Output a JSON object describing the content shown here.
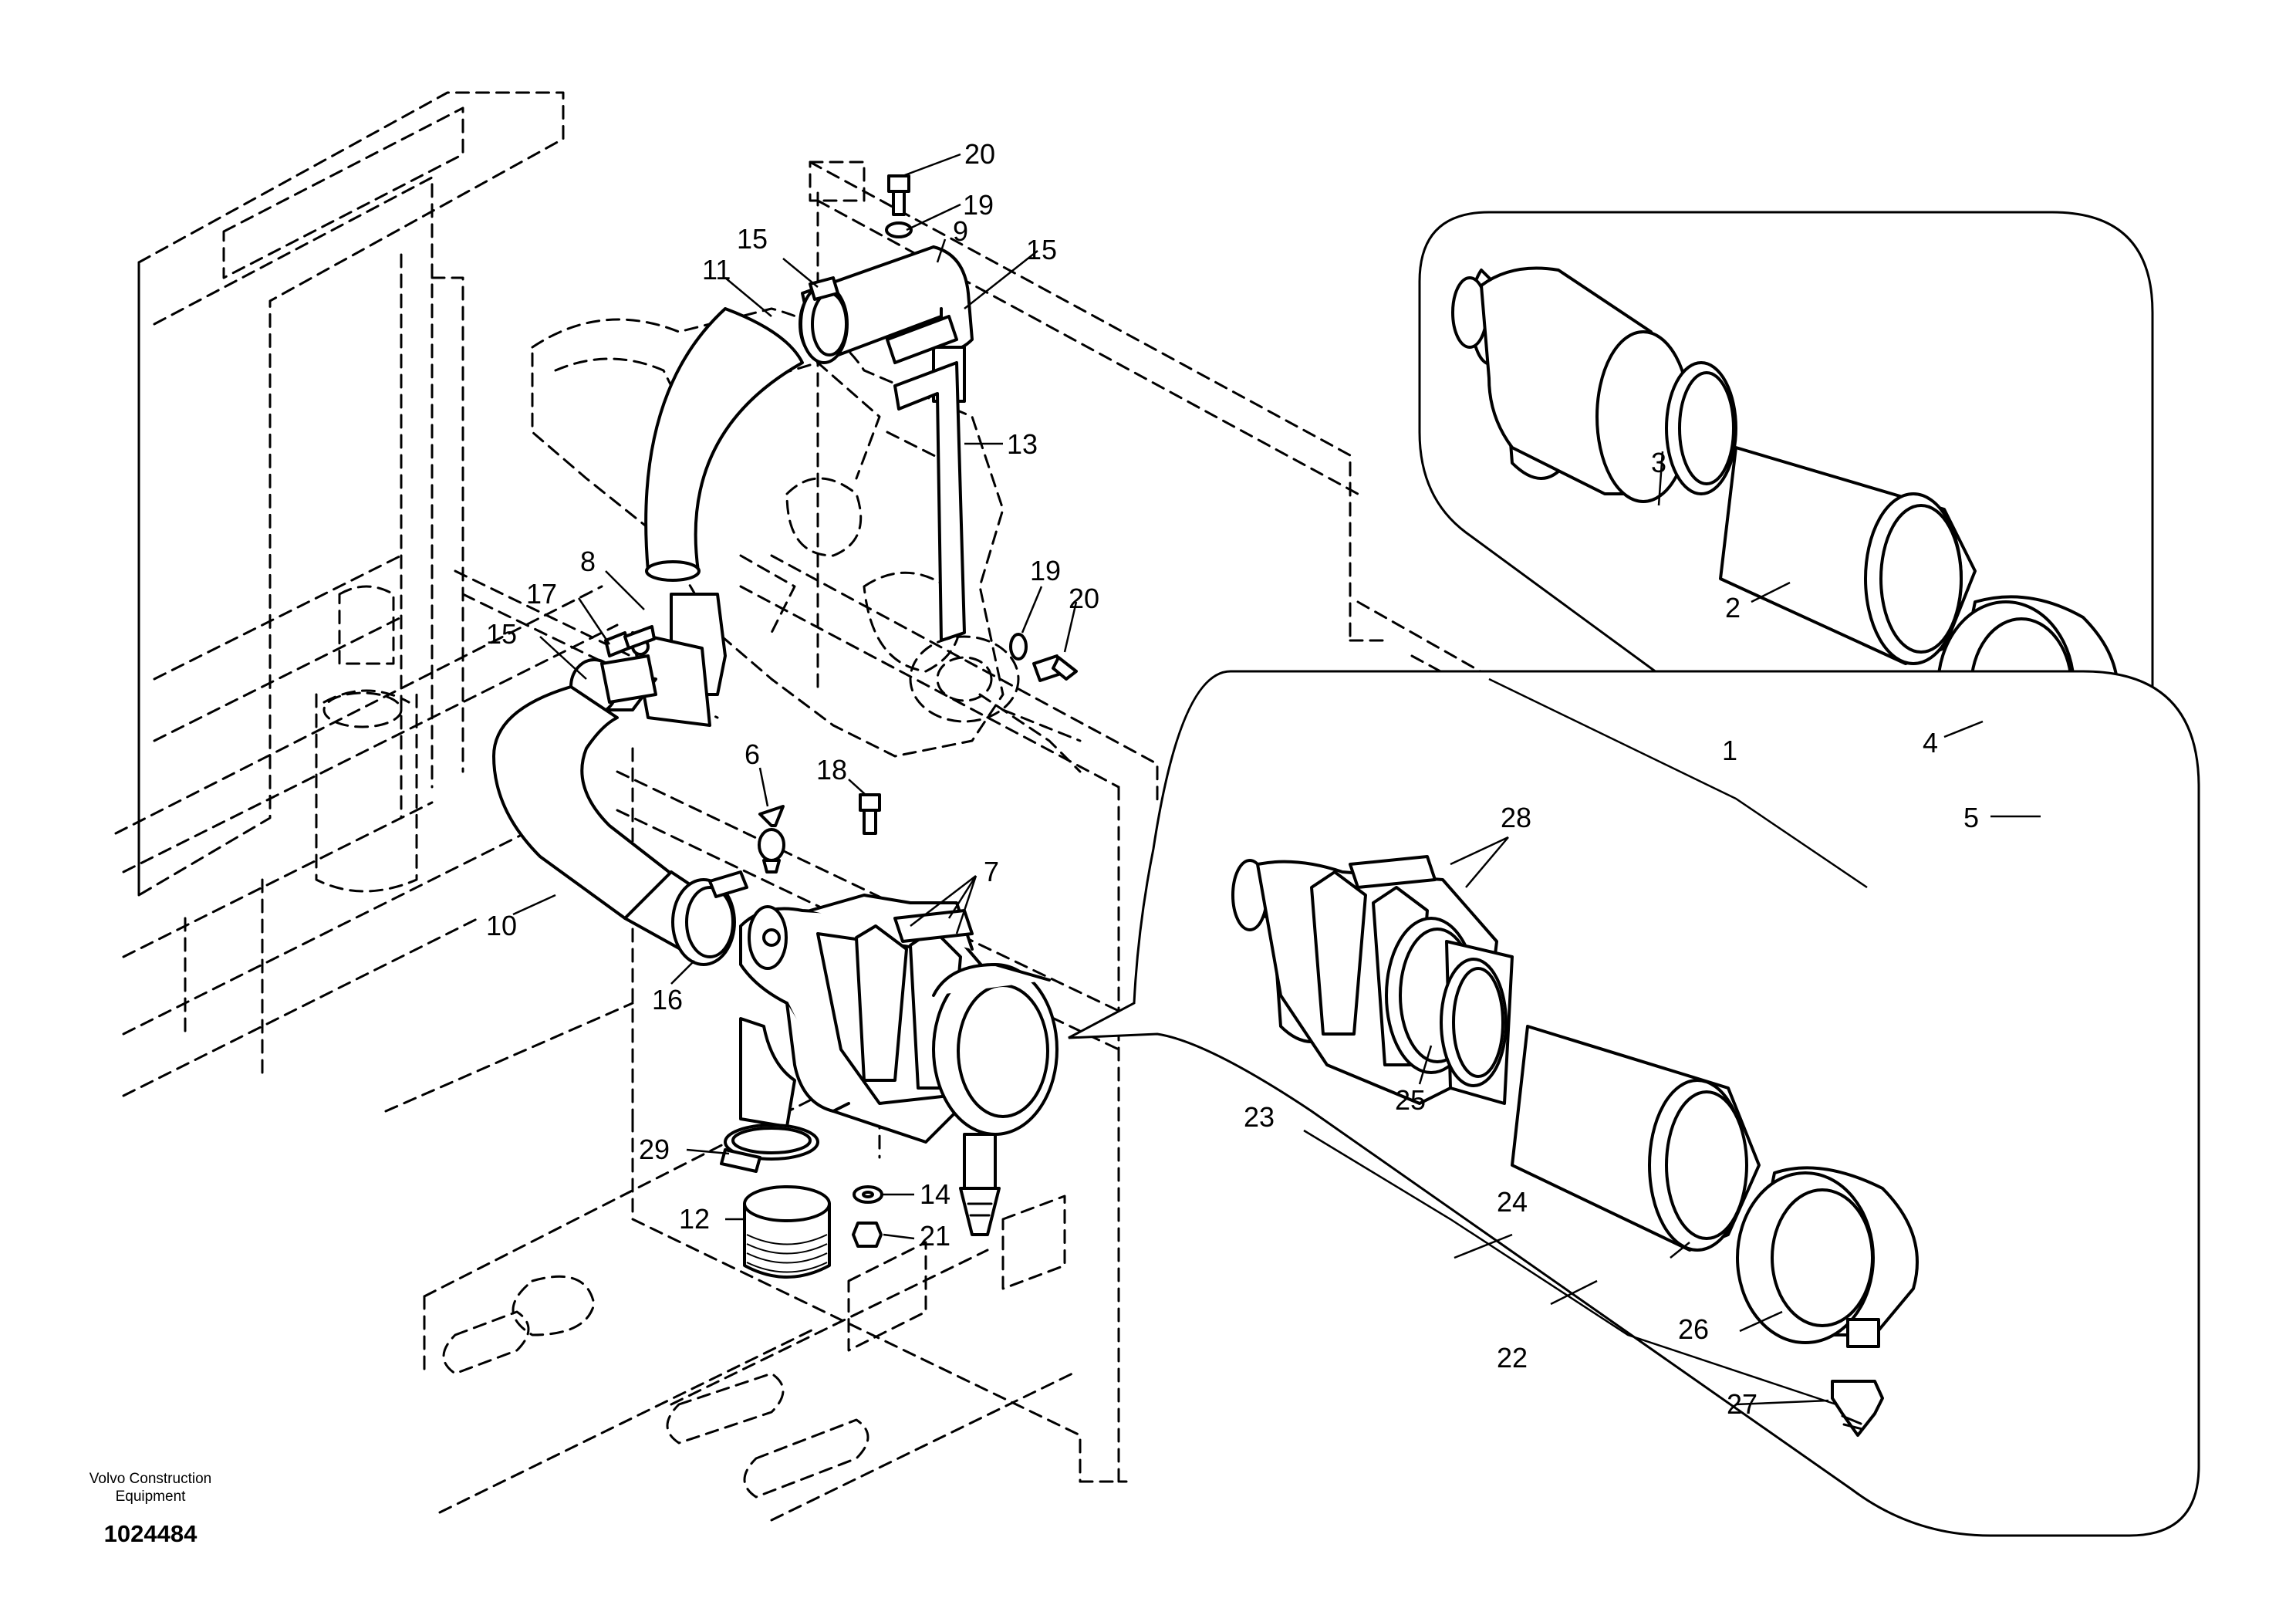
{
  "brand": {
    "line1": "Volvo Construction",
    "line2": "Equipment"
  },
  "document_number": "1024484",
  "callouts": {
    "c1": "1",
    "c2": "2",
    "c3": "3",
    "c4": "4",
    "c5": "5",
    "c6": "6",
    "c7": "7",
    "c8": "8",
    "c9": "9",
    "c10": "10",
    "c11": "11",
    "c12": "12",
    "c13": "13",
    "c14": "14",
    "c15a": "15",
    "c15b": "15",
    "c15c": "15",
    "c16": "16",
    "c17": "17",
    "c18": "18",
    "c19a": "19",
    "c19b": "19",
    "c20a": "20",
    "c20b": "20",
    "c21": "21",
    "c22": "22",
    "c23": "23",
    "c24": "24",
    "c25": "25",
    "c26": "26",
    "c27": "27",
    "c28": "28",
    "c29": "29"
  },
  "icons": {
    "arrow": "down-left-arrow-icon"
  }
}
